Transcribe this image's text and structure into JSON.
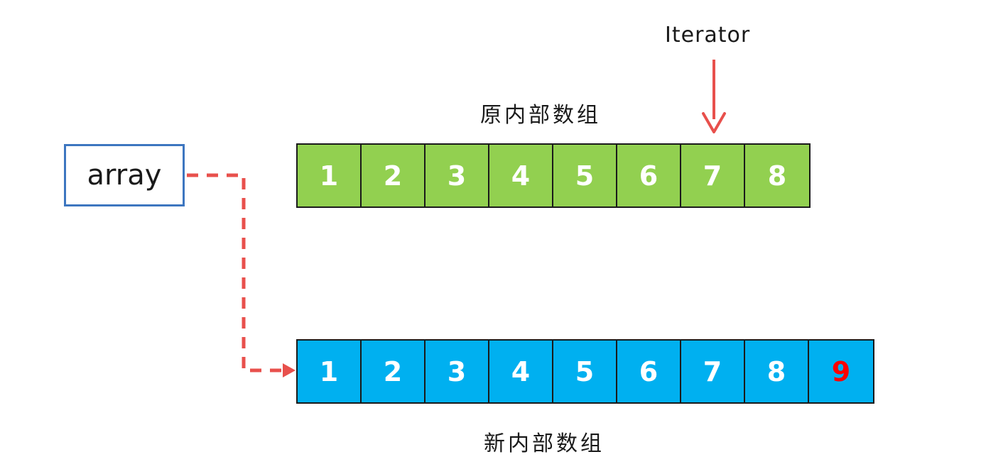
{
  "labels": {
    "iterator": "Iterator",
    "old_array": "原内部数组",
    "new_array": "新内部数组",
    "array_ref": "array"
  },
  "old_array": {
    "values": [
      "1",
      "2",
      "3",
      "4",
      "5",
      "6",
      "7",
      "8"
    ],
    "color": "#92d050",
    "iterator_index": 6
  },
  "new_array": {
    "values": [
      "1",
      "2",
      "3",
      "4",
      "5",
      "6",
      "7",
      "8",
      "9"
    ],
    "color": "#00b0f0",
    "highlight_index": 8,
    "highlight_color": "#ff0000"
  },
  "colors": {
    "arrow": "#e8504c",
    "array_border": "#3d76c0",
    "cell_text": "#ffffff"
  }
}
